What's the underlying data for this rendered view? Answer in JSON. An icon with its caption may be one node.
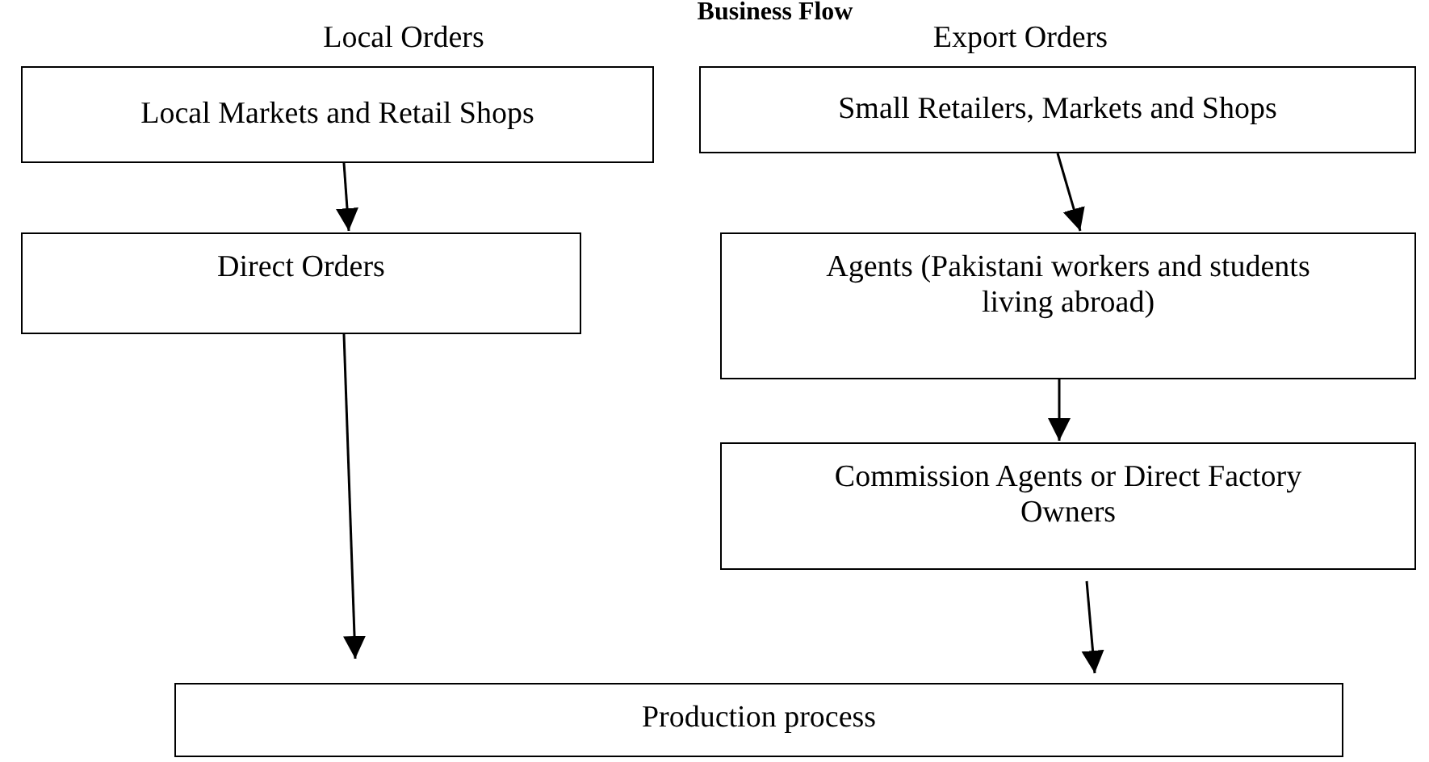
{
  "diagram": {
    "title": "Business Flow",
    "nodes": [
      {
        "text": [
          "Local Markets and Retail Shops"
        ]
      },
      {
        "text": [
          "Small Retailers, Markets and Shops"
        ]
      },
      {
        "text": [
          "Direct Orders"
        ]
      },
      {
        "text": [
          "Agents (Pakistani workers and students living abroad)"
        ]
      },
      {
        "text": [
          "Commission Agents or Direct Factory Owners"
        ]
      },
      {
        "text": [
          "Production process"
        ]
      }
    ],
    "edges": [
      {
        "from": 0,
        "to": 2,
        "arrow": "to"
      },
      {
        "from": 2,
        "to": 5,
        "arrow": "to"
      },
      {
        "from": 1,
        "to": 3,
        "arrow": "to"
      },
      {
        "from": 3,
        "to": 4,
        "arrow": "to"
      },
      {
        "from": 4,
        "to": 5,
        "arrow": "to"
      }
    ],
    "labels": [
      "Local Orders",
      "Export Orders"
    ]
  }
}
